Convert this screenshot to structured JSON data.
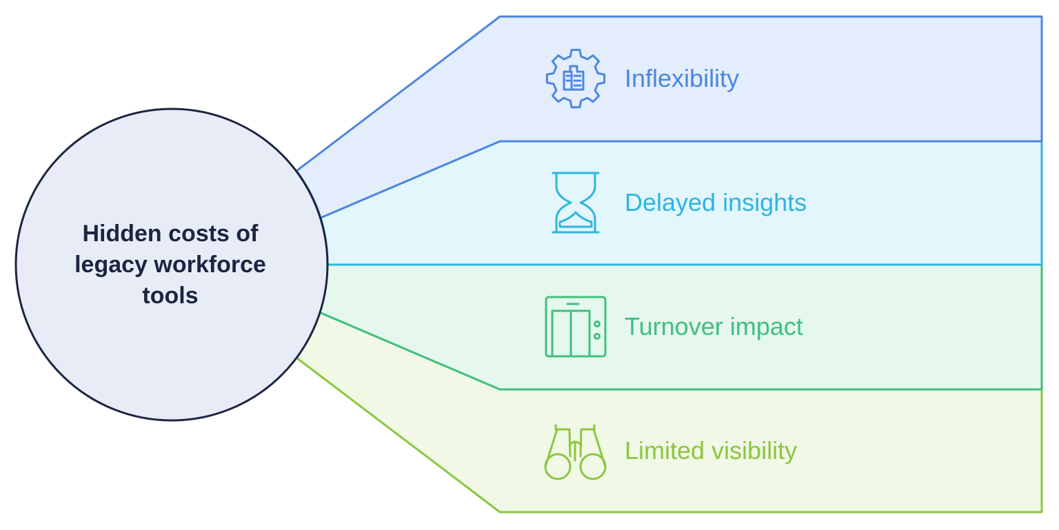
{
  "center": {
    "lines": [
      "Hidden costs of",
      "legacy workforce",
      "tools"
    ]
  },
  "colors": {
    "circle_fill": "#e8ecf7",
    "circle_stroke": "#1c2540",
    "center_text": "#1c2540"
  },
  "bands": [
    {
      "label": "Inflexibility",
      "icon": "gear-document-icon",
      "stroke": "#4c86e0",
      "fill": "#e3edfb"
    },
    {
      "label": "Delayed insights",
      "icon": "hourglass-icon",
      "stroke": "#2cb5e0",
      "fill": "#e2f6fc"
    },
    {
      "label": "Turnover impact",
      "icon": "elevator-icon",
      "stroke": "#3ec07f",
      "fill": "#e6f7ee"
    },
    {
      "label": "Limited visibility",
      "icon": "binoculars-icon",
      "stroke": "#8cc63e",
      "fill": "#f1f8e6"
    }
  ]
}
